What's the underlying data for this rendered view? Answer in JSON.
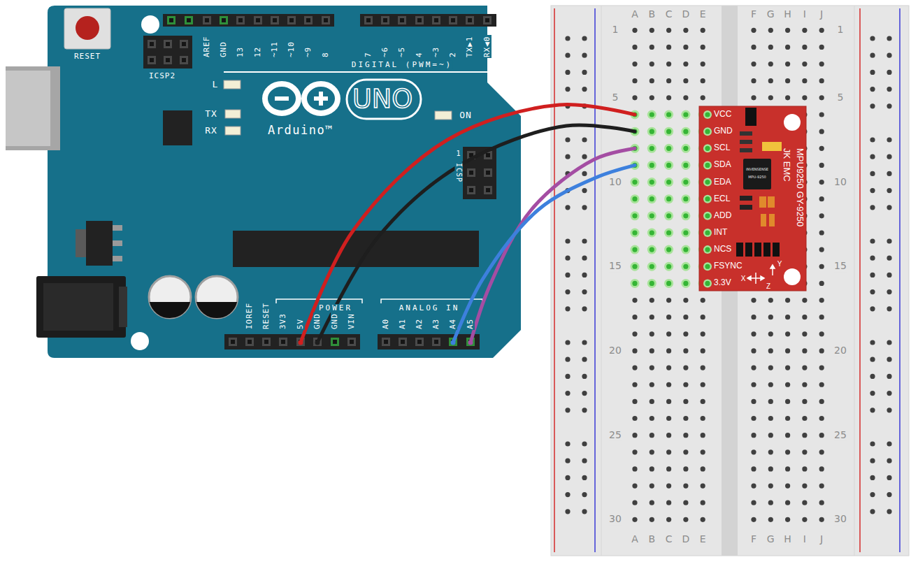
{
  "diagram": {
    "nodes": [
      {
        "text": [
          "UNO",
          "Arduino™"
        ]
      },
      {
        "text": [
          "MPU9250 GY-9250",
          "JK EMC"
        ]
      },
      {
        "text": [
          "INVENSENSE",
          "MPU-9250"
        ],
        "in": 1
      }
    ],
    "edges": [
      {
        "from": 0,
        "to": 1,
        "arrow": "none"
      },
      {
        "from": 0,
        "to": 1,
        "arrow": "none"
      },
      {
        "from": 0,
        "to": 1,
        "arrow": "none"
      },
      {
        "from": 0,
        "to": 1,
        "arrow": "none"
      }
    ],
    "labels": [
      "RESET",
      "ICSP2",
      "AREF",
      "GND",
      "13",
      "12",
      "~11",
      "~10",
      "~9",
      "8",
      "7",
      "~6",
      "~5",
      "4",
      "~3",
      "2",
      "TX▶1",
      "RX◀0",
      "DIGITAL (PWM=~)",
      "L",
      "TX",
      "RX",
      "ON",
      "1",
      "ICSP",
      "IOREF",
      "RESET",
      "3V3",
      "5V",
      "GND",
      "GND",
      "VIN",
      "POWER",
      "ANALOG IN",
      "A0",
      "A1",
      "A2",
      "A3",
      "A4",
      "A5",
      "A",
      "B",
      "C",
      "D",
      "E",
      "F",
      "G",
      "H",
      "I",
      "J",
      "1",
      "5",
      "10",
      "15",
      "20",
      "25",
      "30",
      "1",
      "5",
      "10",
      "15",
      "20",
      "25",
      "30",
      "A",
      "B",
      "C",
      "D",
      "E",
      "F",
      "G",
      "H",
      "I",
      "J",
      "VCC",
      "GND",
      "SCL",
      "SDA",
      "EDA",
      "ECL",
      "ADD",
      "INT",
      "NCS",
      "FSYNC",
      "3.3V",
      "X",
      "Y",
      "Z"
    ]
  }
}
